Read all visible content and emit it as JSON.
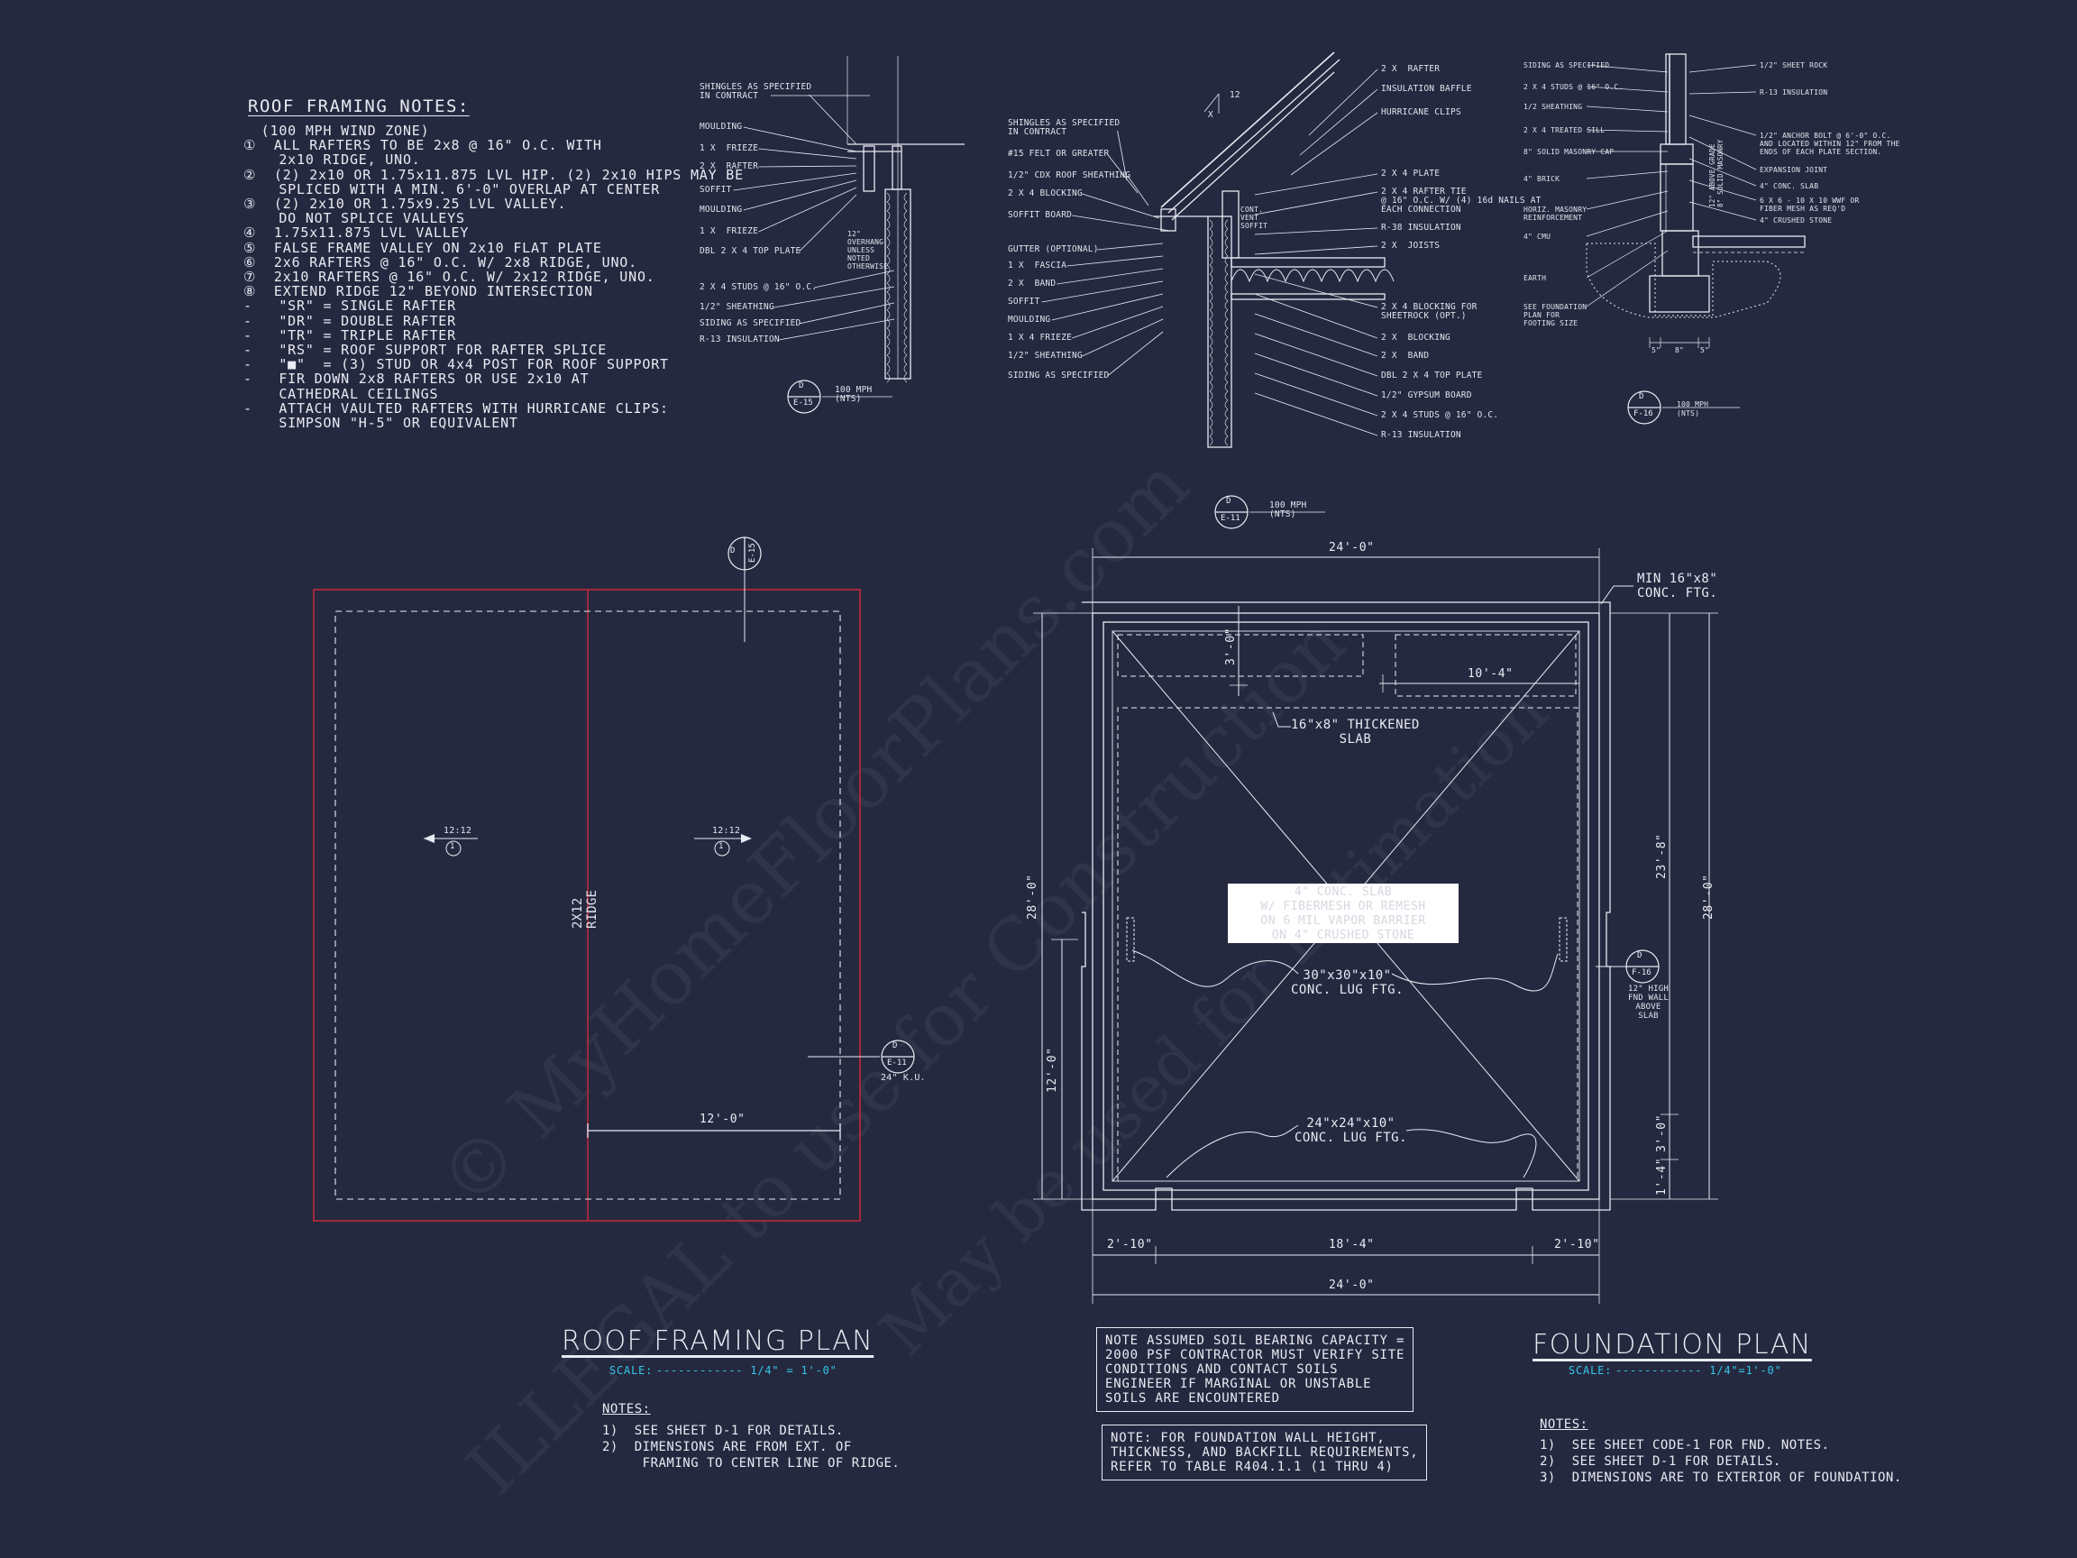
{
  "roof_notes": {
    "title": "ROOF FRAMING NOTES:",
    "lines": [
      "  (100 MPH WIND ZONE)",
      "①  ALL RAFTERS TO BE 2x8 @ 16\" O.C. WITH",
      "    2x10 RIDGE, UNO.",
      "②  (2) 2x10 OR 1.75x11.875 LVL HIP. (2) 2x10 HIPS MAY BE",
      "    SPLICED WITH A MIN. 6'-0\" OVERLAP AT CENTER",
      "③  (2) 2x10 OR 1.75x9.25 LVL VALLEY.",
      "    DO NOT SPLICE VALLEYS",
      "④  1.75x11.875 LVL VALLEY",
      "⑤  FALSE FRAME VALLEY ON 2x10 FLAT PLATE",
      "⑥  2x6 RAFTERS @ 16\" O.C. W/ 2x8 RIDGE, UNO.",
      "⑦  2x10 RAFTERS @ 16\" O.C. W/ 2x12 RIDGE, UNO.",
      "⑧  EXTEND RIDGE 12\" BEYOND INTERSECTION",
      "-   \"SR\" = SINGLE RAFTER",
      "-   \"DR\" = DOUBLE RAFTER",
      "-   \"TR\" = TRIPLE RAFTER",
      "-   \"RS\" = ROOF SUPPORT FOR RAFTER SPLICE",
      "-   \"■\"  = (3) STUD OR 4x4 POST FOR ROOF SUPPORT",
      "-   FIR DOWN 2x8 RAFTERS OR USE 2x10 AT",
      "    CATHEDRAL CEILINGS",
      "-   ATTACH VAULTED RAFTERS WITH HURRICANE CLIPS:",
      "    SIMPSON \"H-5\" OR EQUIVALENT"
    ]
  },
  "detail_e15": {
    "labels": [
      "SHINGLES AS SPECIFIED\nIN CONTRACT",
      "MOULDING",
      "1 X  FRIEZE",
      "2 X  RAFTER",
      "SOFFIT",
      "MOULDING",
      "1 X  FRIEZE",
      "DBL 2 X 4 TOP PLATE",
      "2 X 4 STUDS @ 16\" O.C.",
      "1/2\" SHEATHING",
      "SIDING AS SPECIFIED",
      "R-13 INSULATION"
    ],
    "side_note": "12\"\nOVERHANG\nUNLESS\nNOTED\nOTHERWISE",
    "tag_letter": "D",
    "tag_sheet": "E-15",
    "tag_note": "100 MPH\n(NTS)"
  },
  "detail_e11": {
    "left_labels": [
      "SHINGLES AS SPECIFIED\nIN CONTRACT",
      "#15 FELT OR GREATER",
      "1/2\" CDX ROOF SHEATHING",
      "2 X 4 BLOCKING",
      "SOFFIT BOARD",
      "GUTTER (OPTIONAL)",
      "1 X  FASCIA",
      "2 X  BAND",
      "SOFFIT",
      "MOULDING",
      "1 X 4 FRIEZE",
      "1/2\" SHEATHING",
      "SIDING AS SPECIFIED"
    ],
    "right_labels": [
      "2 X  RAFTER",
      "INSULATION BAFFLE",
      "HURRICANE CLIPS",
      "2 X 4 PLATE",
      "2 X 4 RAFTER TIE\n@ 16\" O.C. W/ (4) 16d NAILS AT\nEACH CONNECTION",
      "R-38 INSULATION",
      "2 X  JOISTS",
      "2 X 4 BLOCKING FOR\nSHEETROCK (OPT.)",
      "2 X  BLOCKING",
      "2 X  BAND",
      "DBL 2 X 4 TOP PLATE",
      "1/2\" GYPSUM BOARD",
      "2 X 4 STUDS @ 16\" O.C.",
      "R-13 INSULATION"
    ],
    "pitch": "12",
    "pitch_x": "X",
    "vent": "CONT.\nVENT\nSOFFIT",
    "tag_letter": "D",
    "tag_sheet": "E-11",
    "tag_note": "100 MPH\n(NTS)"
  },
  "detail_f16": {
    "left_labels": [
      "SIDING AS SPECIFIED",
      "2 X 4 STUDS @ 16\" O.C.",
      "1/2 SHEATHING",
      "2 X 4 TREATED SILL",
      "8\" SOLID MASONRY CAP",
      "4\" BRICK",
      "HORIZ. MASONRY\nREINFORCEMENT",
      "4\" CMU",
      "EARTH",
      "SEE FOUNDATION\nPLAN FOR\nFOOTING SIZE"
    ],
    "right_labels": [
      "1/2\" SHEET ROCK",
      "R-13 INSULATION",
      "1/2\" ANCHOR BOLT @ 6'-0\" O.C.\nAND LOCATED WITHIN 12\" FROM THE\nENDS OF EACH PLATE SECTION.",
      "EXPANSION JOINT",
      "4\" CONC. SLAB",
      "6 X 6 - 10 X 10 WWF OR\nFIBER MESH AS REQ'D",
      "4\" CRUSHED STONE"
    ],
    "vertical": "12\" ABOVE GRADE\n8\" SOLID MASONRY",
    "dims": [
      "5\"",
      "8\"",
      "5\""
    ],
    "tag_letter": "D",
    "tag_sheet": "F-16",
    "tag_note": "100 MPH\n(NTS)"
  },
  "roof_plan": {
    "title": "ROOF FRAMING PLAN",
    "scale_label": "SCALE:",
    "scale_value": "------------ 1/4\" = 1'-0\"",
    "pitch_left": "12:12",
    "pitch_right": "12:12",
    "pitch_marker": "1",
    "ridge": "2X12\nRIDGE",
    "dim": "12'-0\"",
    "tag_top": {
      "letter": "D",
      "sheet": "E-15"
    },
    "tag_side": {
      "letter": "D",
      "sheet": "E-11",
      "note": "24\" K.U."
    },
    "notes_title": "NOTES:",
    "notes": [
      "1)  SEE SHEET D-1 FOR DETAILS.",
      "2)  DIMENSIONS ARE FROM EXT. OF",
      "     FRAMING TO CENTER LINE OF RIDGE."
    ],
    "colors": {
      "outline": "#c0283a"
    }
  },
  "foundation_plan": {
    "title": "FOUNDATION PLAN",
    "scale_label": "SCALE:",
    "scale_value": "------------ 1/4\"=1'-0\"",
    "dims": {
      "top": "24'-0\"",
      "bottom": "24'-0\"",
      "left": "28'-0\"",
      "right": "28'-0\"",
      "right_inner": "23'-8\"",
      "left_lower": "12'-0\"",
      "top_inner": "3'-0\"",
      "top_right": "10'-4\"",
      "bottom_left": "2'-10\"",
      "bottom_mid": "18'-4\"",
      "bottom_right": "2'-10\"",
      "right_low": "3'-0\"",
      "right_foot": "1'-4\""
    },
    "ftg_note": "MIN 16\"x8\"\nCONC. FTG.",
    "slab_note": "16\"x8\" THICKENED\nSLAB",
    "center_note": "4\" CONC. SLAB\nW/ FIBERMESH OR REMESH\nON 6 MIL VAPOR BARRIER\nON 4\" CRUSHED STONE",
    "lug1": "30\"x30\"x10\"\nCONC. LUG FTG.",
    "lug2": "24\"x24\"x10\"\nCONC. LUG FTG.",
    "tag": {
      "letter": "D",
      "sheet": "F-16",
      "note": "12\" HIGH\nFND WALL\nABOVE\nSLAB"
    },
    "notes_title": "NOTES:",
    "notes": [
      "1)  SEE SHEET CODE-1 FOR FND. NOTES.",
      "2)  SEE SHEET D-1 FOR DETAILS.",
      "3)  DIMENSIONS ARE TO EXTERIOR OF FOUNDATION."
    ]
  },
  "soil_note": "NOTE ASSUMED SOIL BEARING CAPACITY =\n2000 PSF CONTRACTOR MUST VERIFY SITE\nCONDITIONS AND CONTACT SOILS\nENGINEER IF MARGINAL OR UNSTABLE\nSOILS ARE ENCOUNTERED",
  "wall_note": "NOTE: FOR FOUNDATION WALL HEIGHT,\nTHICKNESS, AND BACKFILL REQUIREMENTS,\nREFER TO TABLE R404.1.1 (1 THRU 4)",
  "watermark": [
    "© MyHomeFloorPlans.com",
    "ILLEGAL to use for Construction",
    "May be used for Estimation"
  ],
  "colors": {
    "background": "#252940",
    "line": "#e9ebf2",
    "scale": "#35c6e8"
  }
}
